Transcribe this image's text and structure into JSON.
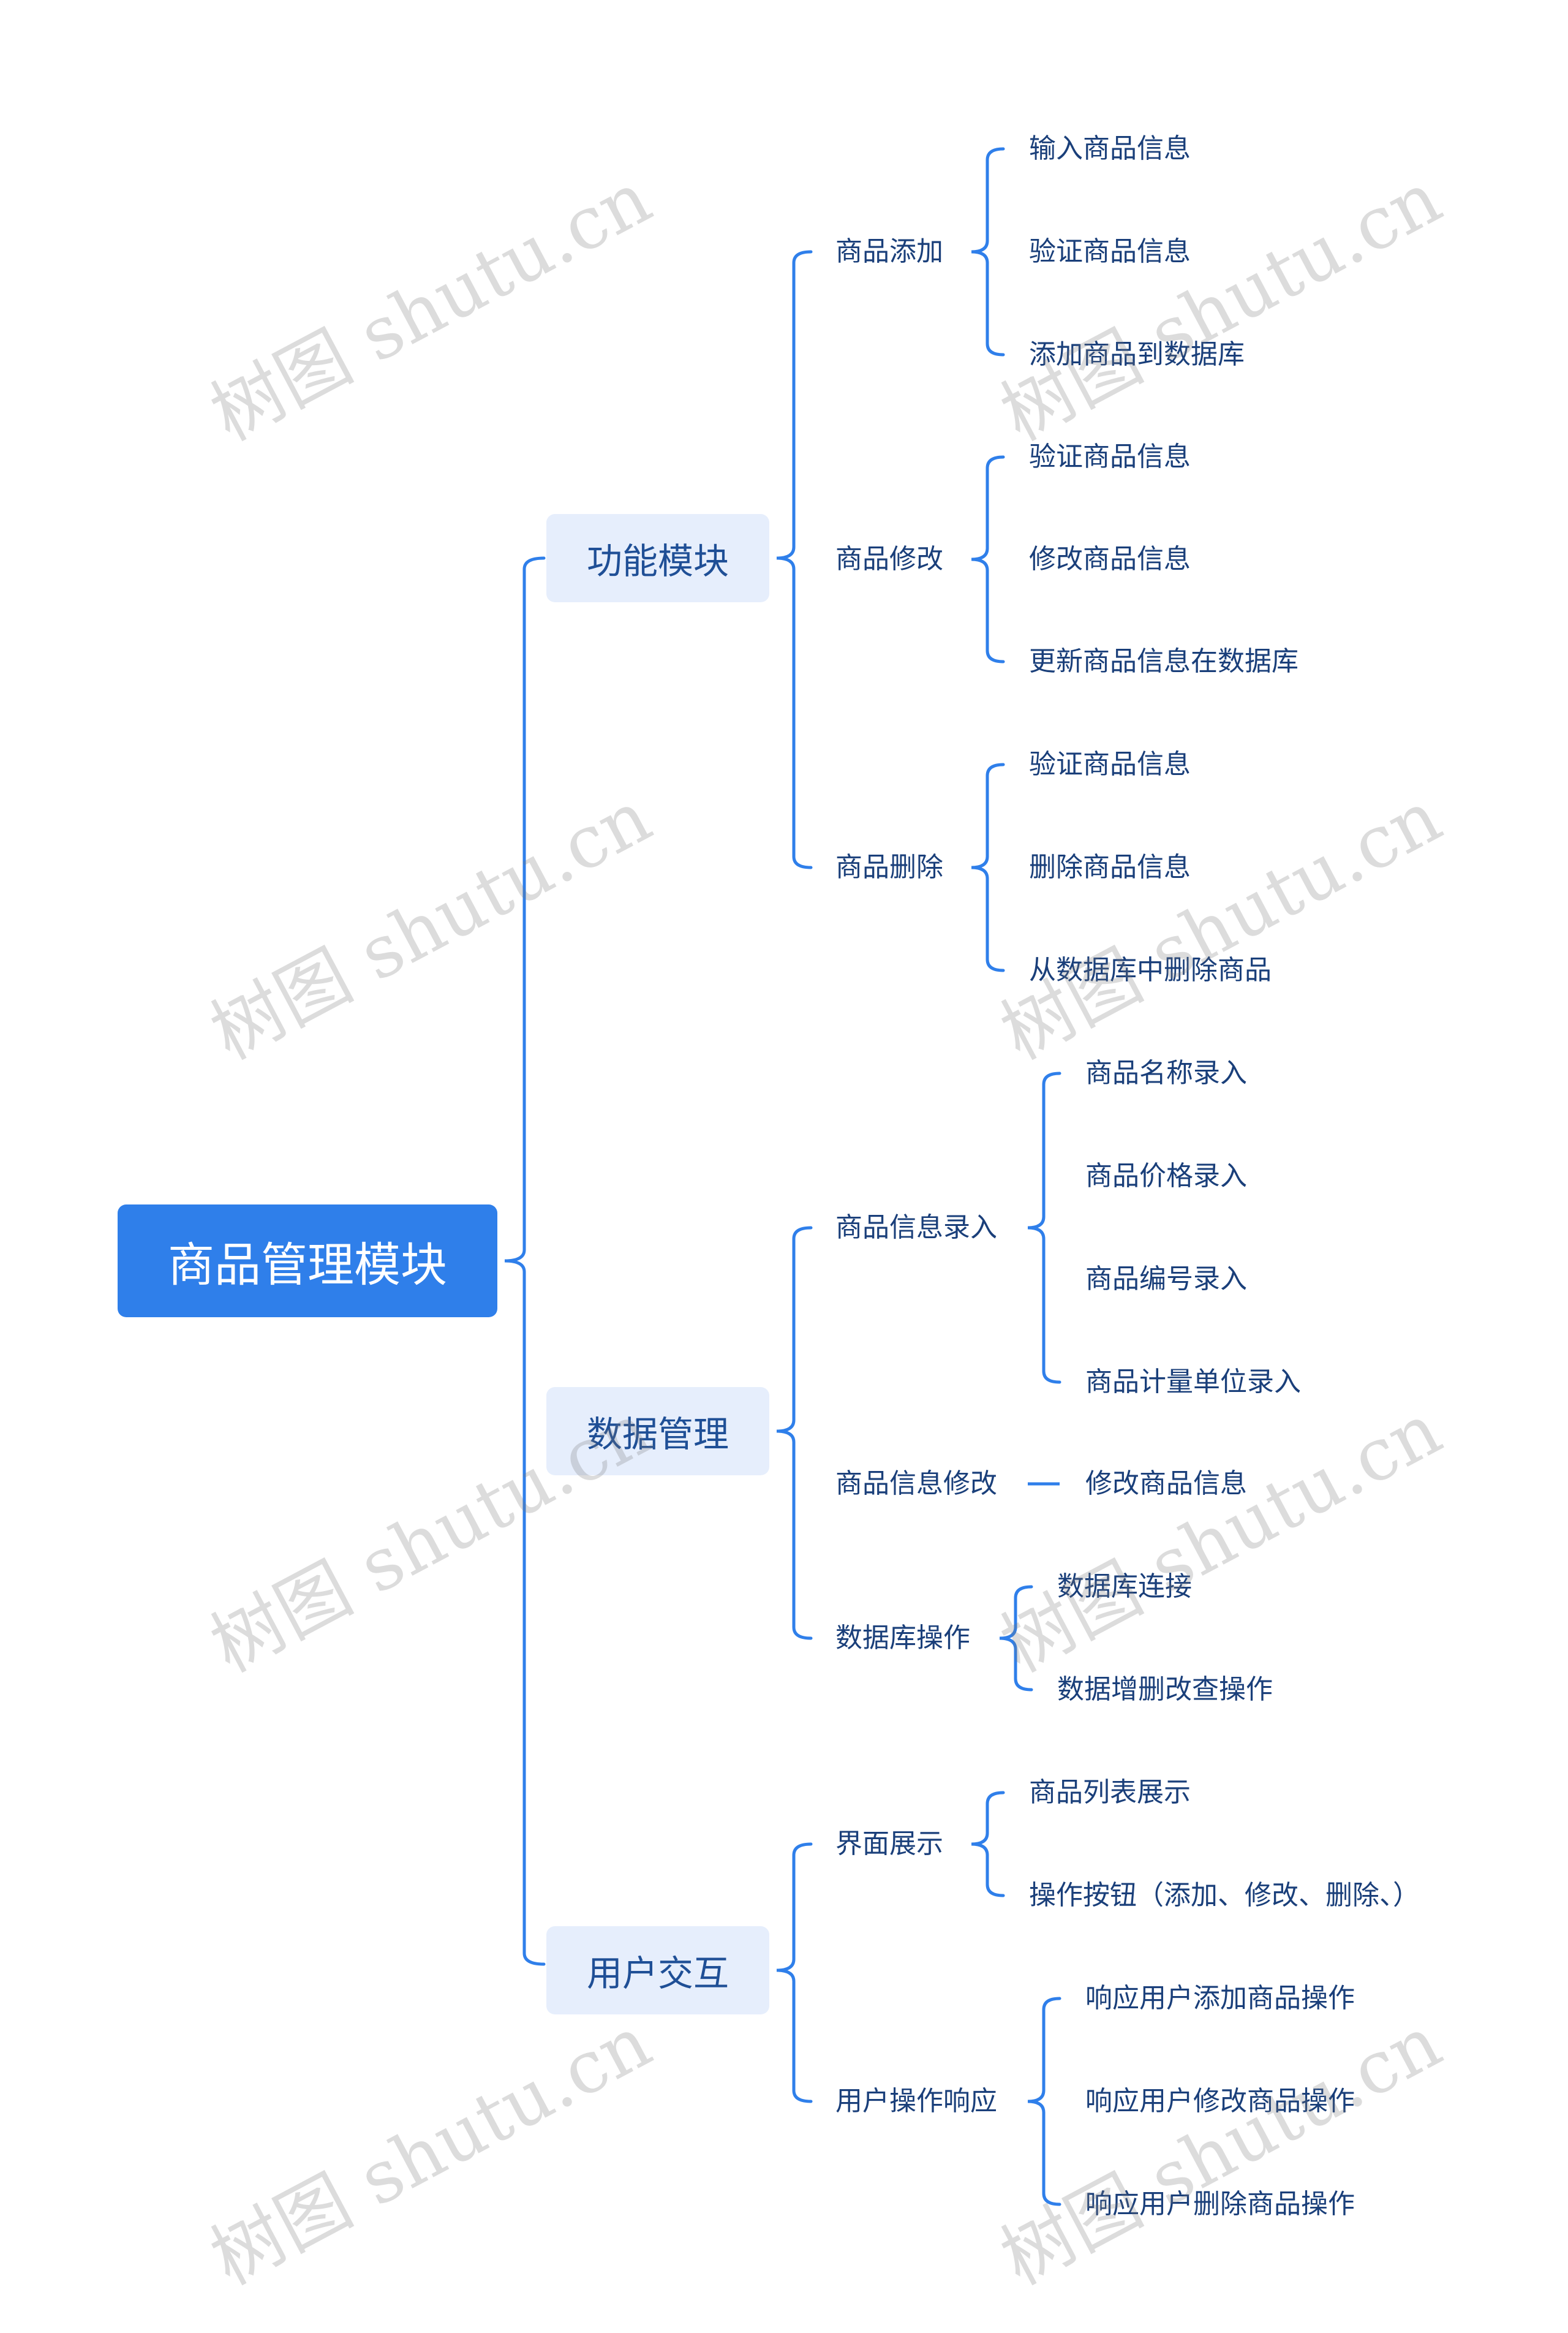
{
  "root": {
    "label": "商品管理模块"
  },
  "branches": [
    {
      "label": "功能模块",
      "children": [
        {
          "label": "商品添加",
          "children": [
            "输入商品信息",
            "验证商品信息",
            "添加商品到数据库"
          ]
        },
        {
          "label": "商品修改",
          "children": [
            "验证商品信息",
            "修改商品信息",
            "更新商品信息在数据库"
          ]
        },
        {
          "label": "商品删除",
          "children": [
            "验证商品信息",
            "删除商品信息",
            "从数据库中删除商品"
          ]
        }
      ]
    },
    {
      "label": "数据管理",
      "children": [
        {
          "label": "商品信息录入",
          "children": [
            "商品名称录入",
            "商品价格录入",
            "商品编号录入",
            "商品计量单位录入"
          ]
        },
        {
          "label": "商品信息修改",
          "children": [
            "修改商品信息"
          ]
        },
        {
          "label": "数据库操作",
          "children": [
            "数据库连接",
            "数据增删改查操作"
          ]
        }
      ]
    },
    {
      "label": "用户交互",
      "children": [
        {
          "label": "界面展示",
          "children": [
            "商品列表展示",
            "操作按钮（添加、修改、删除、）"
          ]
        },
        {
          "label": "用户操作响应",
          "children": [
            "响应用户添加商品操作",
            "响应用户修改商品操作",
            "响应用户删除商品操作"
          ]
        }
      ]
    }
  ],
  "watermark": "树图 shutu.cn",
  "colors": {
    "root_fill": "#2f7fea",
    "branch_fill": "#e6eefc",
    "connector": "#2f7fea",
    "text": "#1a3f7a"
  }
}
